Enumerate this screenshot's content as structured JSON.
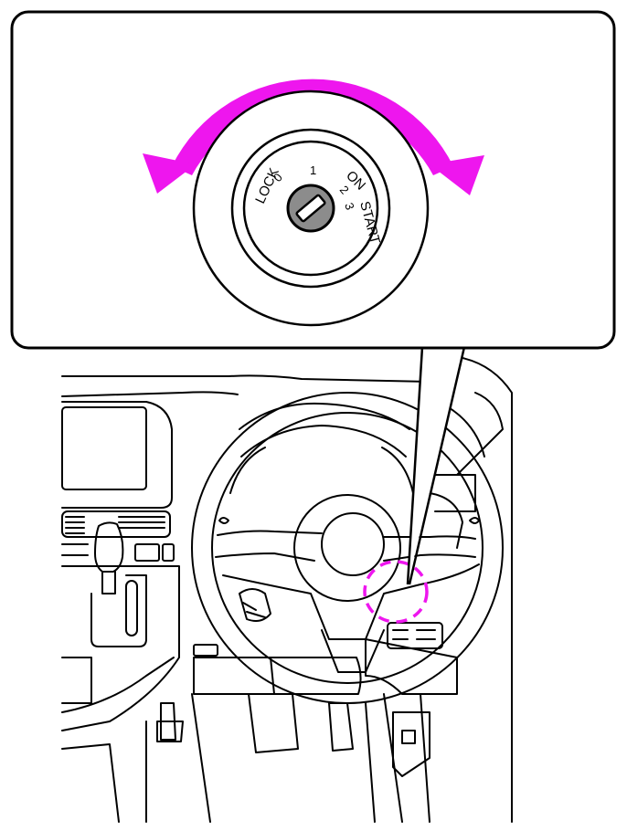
{
  "ignition": {
    "lock_label": "LOCK",
    "lock_number": "0",
    "acc_number": "1",
    "on_label": "ON",
    "on_number": "2",
    "start_label": "START",
    "start_number": "3"
  },
  "colors": {
    "arrow": "#ee16ee",
    "highlight_circle": "#ee16ee",
    "line": "#000000",
    "key_slot_fill": "#8c8c8c"
  }
}
